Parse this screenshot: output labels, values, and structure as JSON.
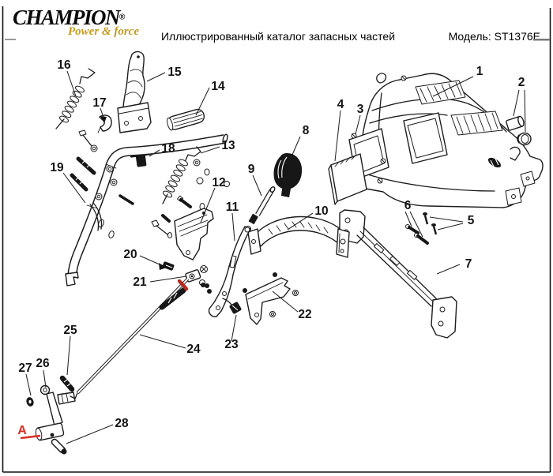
{
  "header": {
    "logo": {
      "brand": "CHAMPION",
      "registered": "®",
      "tagline": "Power & force"
    },
    "title": "Иллюстрированный каталог запасных частей",
    "model": "Модель: ST1376E"
  },
  "diagram": {
    "type": "exploded-parts-diagram",
    "highlight": {
      "label": "A",
      "color": "#e02b20"
    },
    "callouts": [
      {
        "label": "1"
      },
      {
        "label": "2"
      },
      {
        "label": "3"
      },
      {
        "label": "4"
      },
      {
        "label": "5"
      },
      {
        "label": "6"
      },
      {
        "label": "7"
      },
      {
        "label": "8"
      },
      {
        "label": "9"
      },
      {
        "label": "10"
      },
      {
        "label": "11"
      },
      {
        "label": "12"
      },
      {
        "label": "13"
      },
      {
        "label": "14"
      },
      {
        "label": "15"
      },
      {
        "label": "16"
      },
      {
        "label": "17"
      },
      {
        "label": "18"
      },
      {
        "label": "19"
      },
      {
        "label": "20"
      },
      {
        "label": "21"
      },
      {
        "label": "22"
      },
      {
        "label": "23"
      },
      {
        "label": "24"
      },
      {
        "label": "25"
      },
      {
        "label": "26"
      },
      {
        "label": "27"
      },
      {
        "label": "28"
      }
    ]
  },
  "colors": {
    "ink": "#1c1c1c",
    "accent_red": "#e02b20",
    "logo_gold": "#c49a1e",
    "rod_mark_red": "#b02a20"
  }
}
